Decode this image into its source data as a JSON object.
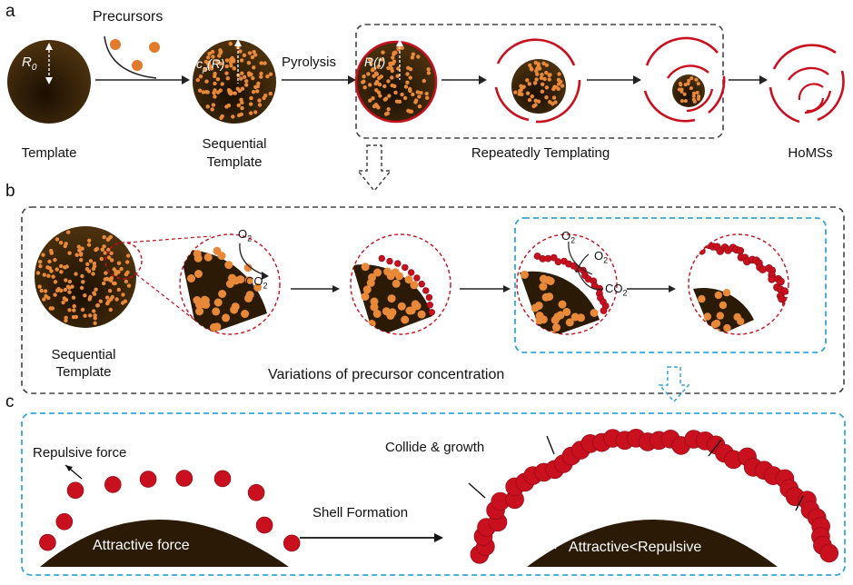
{
  "panels": {
    "a": "a",
    "b": "b",
    "c": "c"
  },
  "row_a": {
    "precursors": "Precursors",
    "template": "Template",
    "sequential_template_line1": "Sequential",
    "sequential_template_line2": "Template",
    "pyrolysis": "Pyrolysis",
    "repeatedly_templating": "Repeatedly Templating",
    "homss": "HoMSs",
    "r0": "R",
    "r0_sub": "0",
    "cp_r": "c",
    "cp_sub": "p",
    "cp_arg": "(R)",
    "rt": "R(t)"
  },
  "row_b": {
    "sequential_template_line1": "Sequential",
    "sequential_template_line2": "Template",
    "o2_a": "O",
    "co2_a": "CO",
    "o2_b1": "O",
    "o2_b2": "O",
    "co2_b": "CO",
    "sub2": "2",
    "variations": "Variations of precursor concentration"
  },
  "row_c": {
    "repulsive_force": "Repulsive force",
    "attractive_force": "Attractive force",
    "shell_formation": "Shell Formation",
    "collide_growth": "Collide & growth",
    "attractive_repulsive": "Attractive<Repulsive"
  },
  "colors": {
    "template_dark": "#2b1a06",
    "precursor_orange": "#e8893a",
    "shell_red": "#c8101f",
    "gray_dash": "#444444",
    "cyan_dash": "#35a6d6"
  },
  "icons": [
    "down-dashed-arrow-icon",
    "right-arrow-icon"
  ]
}
